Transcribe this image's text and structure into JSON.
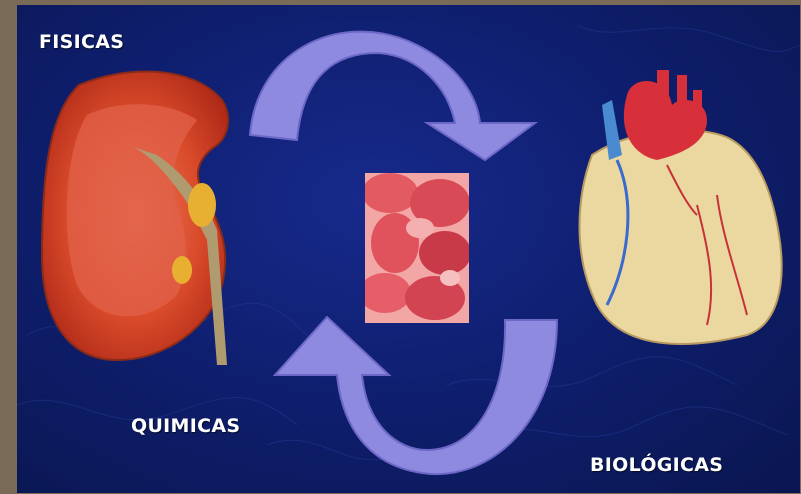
{
  "labels": {
    "fisicas": "FISICAS",
    "quimicas": "QUIMICAS",
    "biologicas": "BIOLÓGICAS"
  },
  "images": {
    "left": "kidney-illustration",
    "center": "red-blood-cells-photo",
    "right": "heart-illustration"
  },
  "colors": {
    "background": "#0f1f70",
    "arrow": "#8e8ae0",
    "frame": "#7a6a58"
  }
}
